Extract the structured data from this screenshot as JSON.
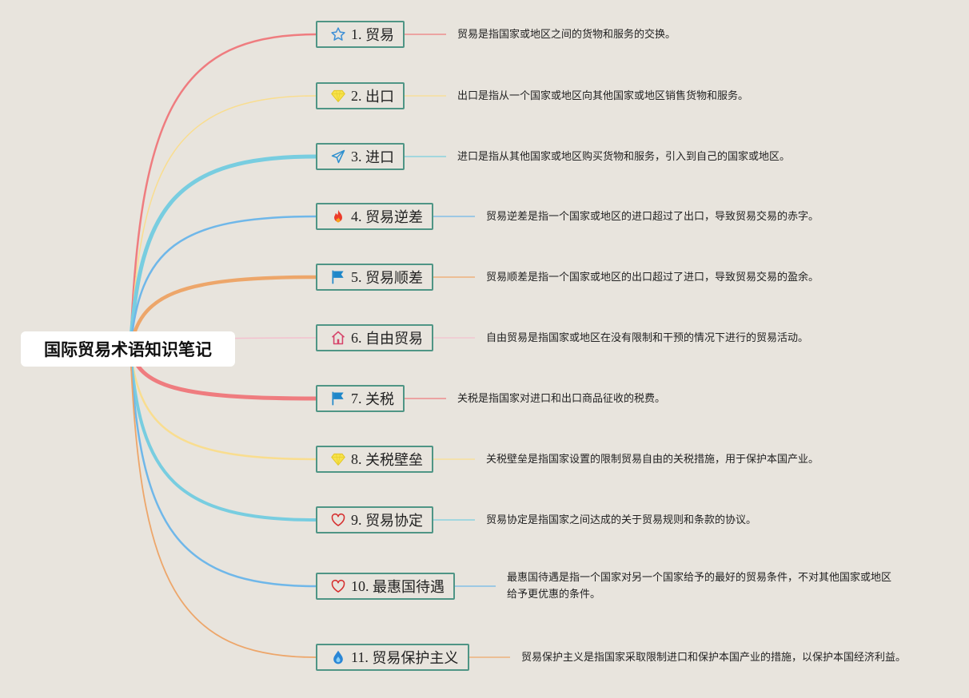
{
  "root": {
    "title": "国际贸易术语知识笔记"
  },
  "terms": [
    {
      "id": "1",
      "name": "贸易",
      "icon": "star-icon",
      "color": "#ef7c7f",
      "description": "贸易是指国家或地区之间的货物和服务的交换。"
    },
    {
      "id": "2",
      "name": "出口",
      "icon": "gem-icon",
      "color": "#f9dd8f",
      "description": "出口是指从一个国家或地区向其他国家或地区销售货物和服务。"
    },
    {
      "id": "3",
      "name": "进口",
      "icon": "paper-plane-icon",
      "color": "#78cde0",
      "description": "进口是指从其他国家或地区购买货物和服务，引入到自己的国家或地区。"
    },
    {
      "id": "4",
      "name": "贸易逆差",
      "icon": "fire-icon",
      "color": "#6fb7e9",
      "description": "贸易逆差是指一个国家或地区的进口超过了出口，导致贸易交易的赤字。"
    },
    {
      "id": "5",
      "name": "贸易顺差",
      "icon": "flag-icon",
      "color": "#eda66a",
      "description": "贸易顺差是指一个国家或地区的出口超过了进口，导致贸易交易的盈余。"
    },
    {
      "id": "6",
      "name": "自由贸易",
      "icon": "home-icon",
      "color": "#f3c1cf",
      "description": "自由贸易是指国家或地区在没有限制和干预的情况下进行的贸易活动。"
    },
    {
      "id": "7",
      "name": "关税",
      "icon": "flag-icon",
      "color": "#ef7c7f",
      "description": "关税是指国家对进口和出口商品征收的税费。"
    },
    {
      "id": "8",
      "name": "关税壁垒",
      "icon": "gem-icon",
      "color": "#f9dd8f",
      "description": "关税壁垒是指国家设置的限制贸易自由的关税措施，用于保护本国产业。"
    },
    {
      "id": "9",
      "name": "贸易协定",
      "icon": "heart-icon",
      "color": "#78cde0",
      "description": "贸易协定是指国家之间达成的关于贸易规则和条款的协议。"
    },
    {
      "id": "10",
      "name": "最惠国待遇",
      "icon": "heart-icon",
      "color": "#6fb7e9",
      "description": "最惠国待遇是指一个国家对另一个国家给予的最好的贸易条件，不对其他国家或地区给予更优惠的条件。"
    },
    {
      "id": "11",
      "name": "贸易保护主义",
      "icon": "water-drop-icon",
      "color": "#eda66a",
      "description": "贸易保护主义是指国家采取限制进口和保护本国产业的措施，以保护本国经济利益。"
    }
  ]
}
